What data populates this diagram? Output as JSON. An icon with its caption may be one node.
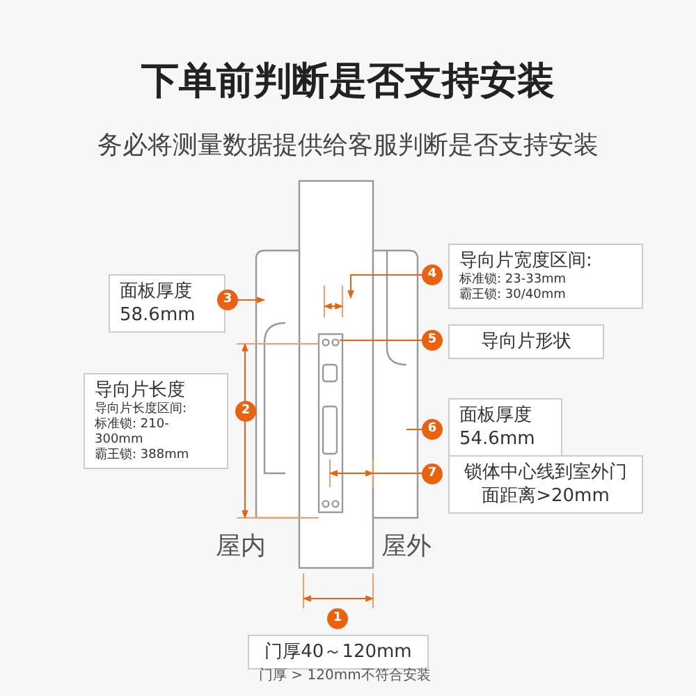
{
  "diagram": {
    "title": "下单前判断是否支持安装",
    "caption": "务必将测量数据提供给客服判断是否支持安装",
    "nodes": [
      {
        "text": [
          "导向片宽度区间:",
          "标准锁: 23-33mm",
          "霸王锁: 30/40mm"
        ]
      },
      {
        "text": [
          "4"
        ]
      },
      {
        "text": [
          "面板厚度",
          "58.6mm"
        ]
      },
      {
        "text": [
          "3"
        ]
      },
      {
        "text": [
          "5"
        ]
      },
      {
        "text": [
          "导向片形状"
        ]
      },
      {
        "text": [
          "2"
        ]
      },
      {
        "text": [
          "导向片长度",
          "导向片长度区间:",
          "标准锁: 210-300mm",
          "霸王锁: 388mm"
        ]
      },
      {
        "text": [
          "面板厚度",
          "54.6mm"
        ]
      },
      {
        "text": [
          "6"
        ]
      },
      {
        "text": [
          "7"
        ]
      },
      {
        "text": [
          "锁体中心线到室外门面距离>20mm"
        ]
      },
      {
        "text": [
          "1"
        ]
      },
      {
        "text": [
          "门厚40～120mm"
        ]
      }
    ],
    "edges": [
      {
        "from": 1,
        "to": null,
        "arrow": "to"
      },
      {
        "from": 3,
        "to": null,
        "arrow": "to"
      },
      {
        "from": 4,
        "to": null,
        "arrow": "none"
      },
      {
        "from": 9,
        "to": null,
        "arrow": "none"
      }
    ],
    "labels": [
      "屋内",
      "屋外",
      "门厚 > 120mm不符合安装"
    ]
  }
}
